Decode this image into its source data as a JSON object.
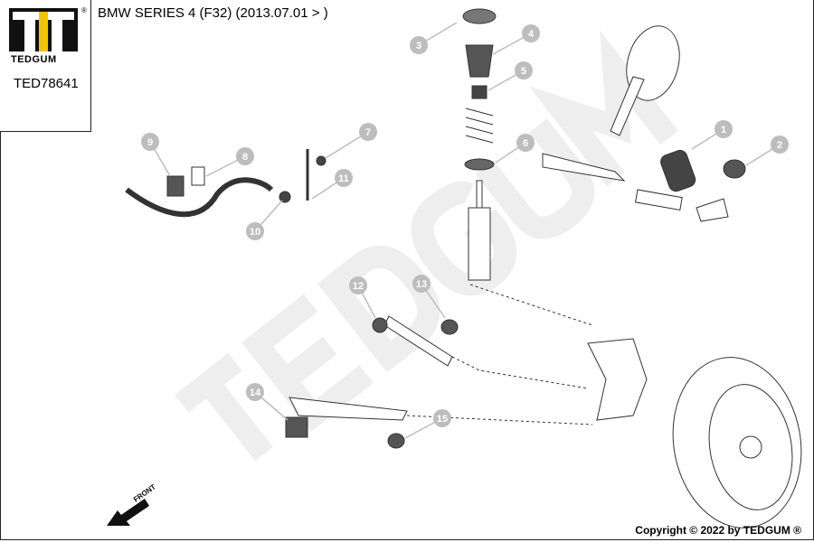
{
  "header": {
    "title": "BMW SERIES 4 (F32)  (2013.07.01 > )"
  },
  "logo": {
    "brand": "TEDGUM",
    "registered": "®",
    "part_number": "TED78641"
  },
  "watermark": "TEDGUM",
  "callouts": [
    "1",
    "2",
    "3",
    "4",
    "5",
    "6",
    "7",
    "8",
    "9",
    "10",
    "11",
    "12",
    "13",
    "14",
    "15"
  ],
  "front_label": "FRONT",
  "footer": {
    "copyright": "Copyright © 2022 by TEDGUM ®"
  },
  "colors": {
    "callout": "#bdbdbd",
    "logo_accent": "#f5c400",
    "watermark": "#eeeeee"
  }
}
